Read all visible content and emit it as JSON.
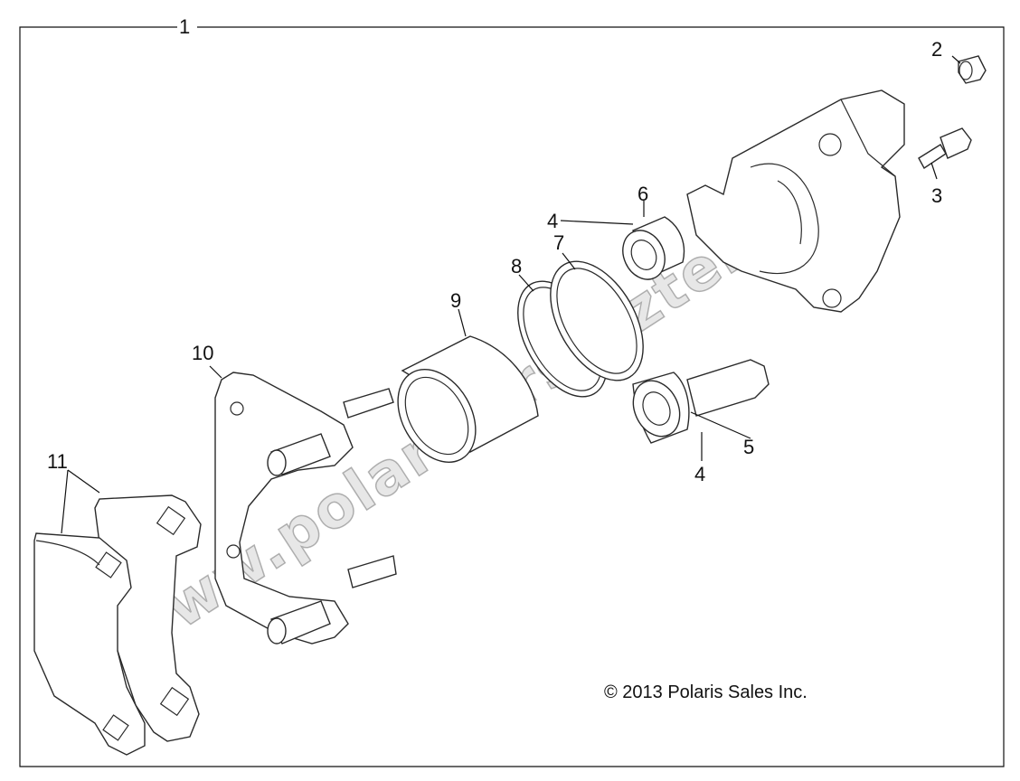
{
  "callouts": {
    "c1": "1",
    "c2": "2",
    "c3": "3",
    "c4a": "4",
    "c4b": "4",
    "c5": "5",
    "c6": "6",
    "c7": "7",
    "c8": "8",
    "c9": "9",
    "c10": "10",
    "c11": "11"
  },
  "copyright": "© 2013 Polaris Sales Inc.",
  "watermark": "www.polarisersatzteile.de"
}
